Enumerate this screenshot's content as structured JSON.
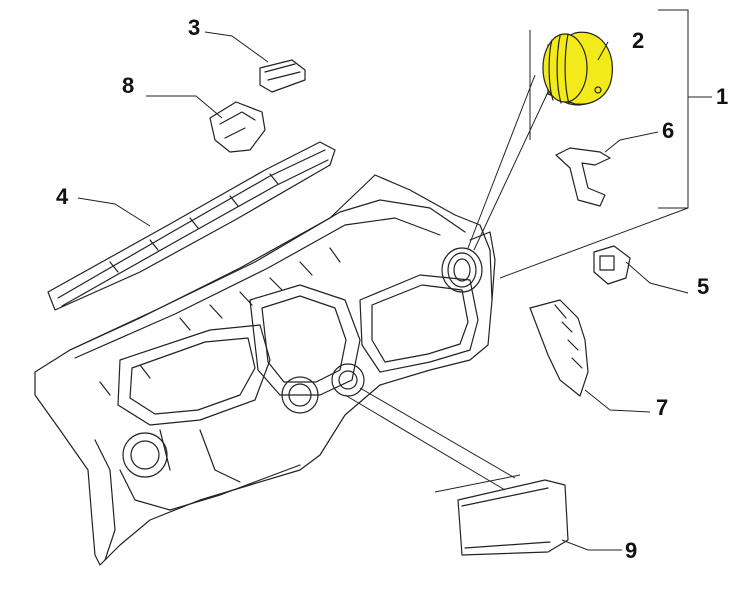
{
  "callouts": [
    {
      "id": "1",
      "label": "1"
    },
    {
      "id": "2",
      "label": "2",
      "highlighted": true
    },
    {
      "id": "3",
      "label": "3"
    },
    {
      "id": "4",
      "label": "4"
    },
    {
      "id": "5",
      "label": "5"
    },
    {
      "id": "6",
      "label": "6"
    },
    {
      "id": "7",
      "label": "7"
    },
    {
      "id": "8",
      "label": "8"
    },
    {
      "id": "9",
      "label": "9"
    }
  ],
  "colors": {
    "highlight": "#f2ea1a",
    "line": "#222222",
    "background": "#ffffff"
  }
}
